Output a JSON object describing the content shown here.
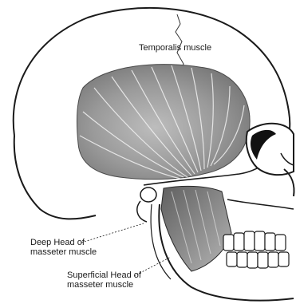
{
  "labels": {
    "temporalis": "Temporalis muscle",
    "deep_head_line1": "Deep Head of",
    "deep_head_line2": "masseter muscle",
    "superficial_head_line1": "Superficial Head of",
    "superficial_head_line2": "masseter muscle"
  },
  "colors": {
    "ink": "#1a1a1a",
    "muscle": "#8c8c8c",
    "bone": "#ffffff"
  }
}
